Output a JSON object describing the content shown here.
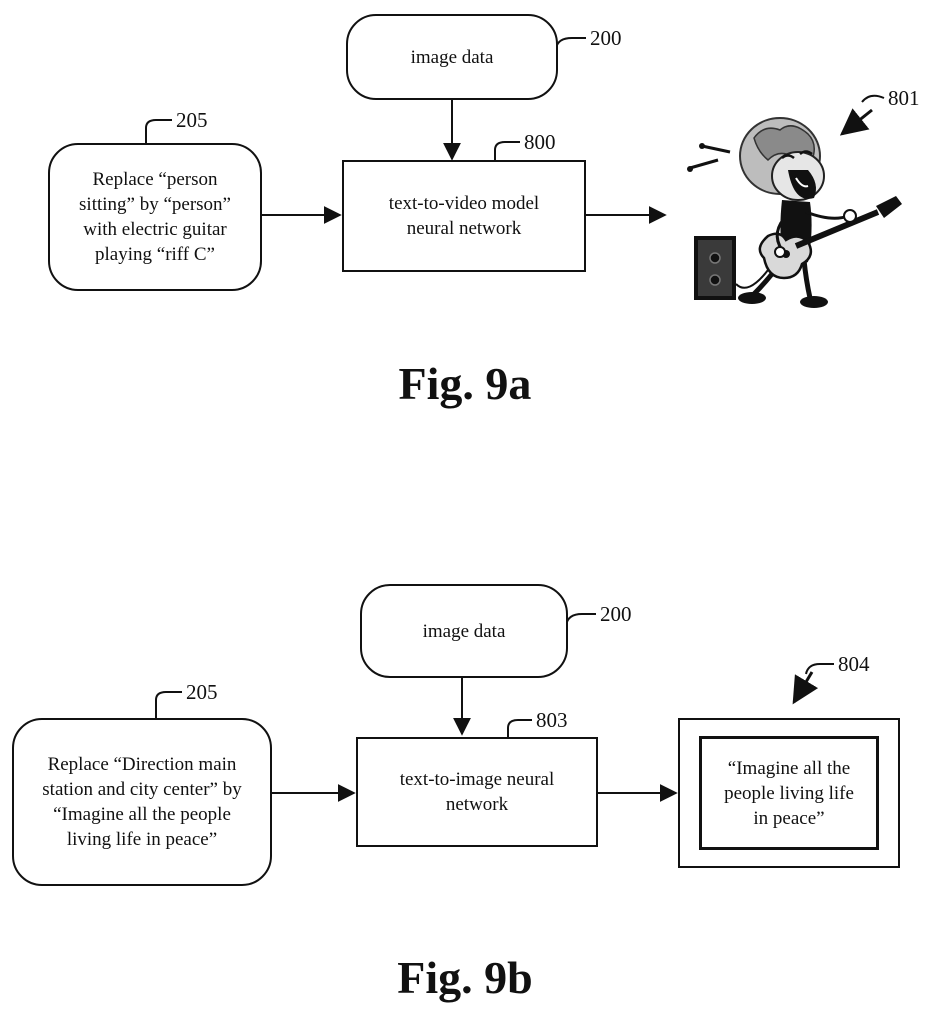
{
  "fig_a": {
    "caption": "Fig. 9a",
    "image_data_box": {
      "label": "image data",
      "ref": "200"
    },
    "instruction_box": {
      "ref": "205",
      "lines": [
        "Replace “person",
        "sitting” by “person”",
        "with electric guitar",
        "playing “riff C”"
      ]
    },
    "model_box": {
      "ref": "800",
      "lines": [
        "text-to-video model",
        "neural network"
      ]
    },
    "output": {
      "ref": "801",
      "icon": "guitar-player-cartoon-icon"
    }
  },
  "fig_b": {
    "caption": "Fig. 9b",
    "image_data_box": {
      "label": "image data",
      "ref": "200"
    },
    "instruction_box": {
      "ref": "205",
      "lines": [
        "Replace “Direction main",
        "station and city center” by",
        "“Imagine all the people",
        "living life in peace”"
      ]
    },
    "model_box": {
      "ref": "803",
      "lines": [
        "text-to-image neural",
        "network"
      ]
    },
    "output": {
      "ref": "804",
      "lines": [
        "“Imagine all the",
        "people living life",
        "in peace”"
      ]
    }
  }
}
